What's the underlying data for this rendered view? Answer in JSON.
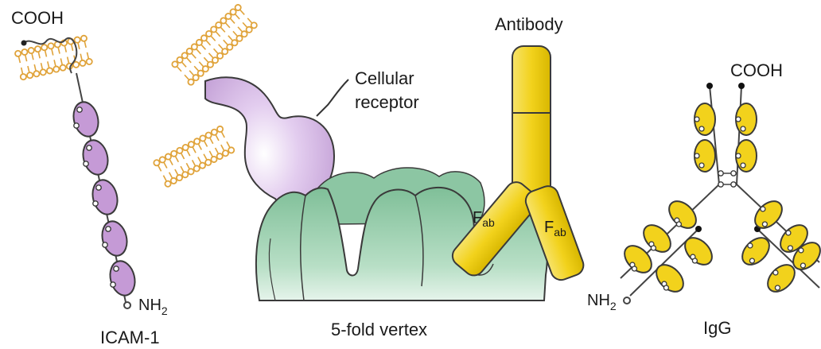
{
  "icam": {
    "cooh": "COOH",
    "nh": "NH",
    "nh_sub": "2",
    "name": "ICAM-1"
  },
  "receptor": {
    "line1": "Cellular",
    "line2": "receptor"
  },
  "antibody": {
    "title": "Antibody",
    "fab_main": "F",
    "fab_sub": "ab"
  },
  "vertex": {
    "name": "5-fold vertex"
  },
  "igg": {
    "cooh": "COOH",
    "nh": "NH",
    "nh_sub": "2",
    "name": "IgG"
  },
  "colors": {
    "lipid": "#e0a33a",
    "icam_domain": "#c59ad6",
    "receptor": "#cba6dc",
    "vertex": "#9fcfb2",
    "antibody": "#f2d21c",
    "outline": "#3a3a3a"
  }
}
